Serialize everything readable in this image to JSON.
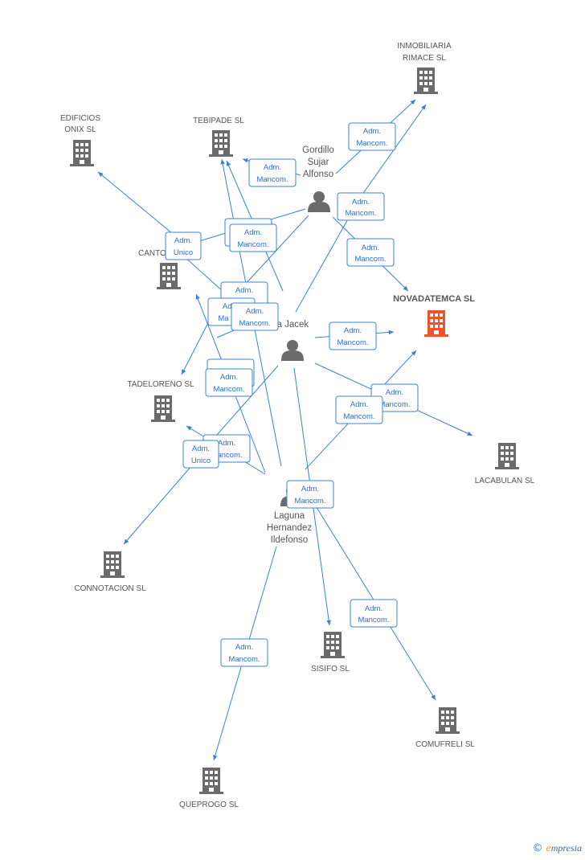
{
  "colors": {
    "edge": "#3b80d8",
    "company_icon": "#6b6b6b",
    "highlight_company": "#f0522e",
    "person_icon": "#6b6b6b"
  },
  "companies": [
    {
      "id": "inmobiliaria",
      "label_lines": [
        "INMOBILIARIA",
        "RIMACE SL"
      ],
      "icon": "building-icon"
    },
    {
      "id": "edificios",
      "label_lines": [
        "EDIFICIOS",
        "ONIX SL"
      ],
      "icon": "building-icon"
    },
    {
      "id": "tebipade",
      "label_lines": [
        "TEBIPADE SL"
      ],
      "icon": "building-icon"
    },
    {
      "id": "canto",
      "label_lines": [
        "CANTO"
      ],
      "icon": "building-icon"
    },
    {
      "id": "novadatemca",
      "label_lines": [
        "NOVADATEMCA SL"
      ],
      "icon": "building-icon",
      "highlight": true
    },
    {
      "id": "tadeloreno",
      "label_lines": [
        "TADELORENO SL"
      ],
      "icon": "building-icon"
    },
    {
      "id": "lacabulan",
      "label_lines": [
        "LACABULAN SL"
      ],
      "icon": "building-icon"
    },
    {
      "id": "connotacion",
      "label_lines": [
        "CONNOTACION SL"
      ],
      "icon": "building-icon"
    },
    {
      "id": "sisifo",
      "label_lines": [
        "SISIFO SL"
      ],
      "icon": "building-icon"
    },
    {
      "id": "comufreli",
      "label_lines": [
        "COMUFRELI SL"
      ],
      "icon": "building-icon"
    },
    {
      "id": "queprogo",
      "label_lines": [
        "QUEPROGO SL"
      ],
      "icon": "building-icon"
    }
  ],
  "persons": [
    {
      "id": "gordillo",
      "label_lines": [
        "Gordillo",
        "Sujar",
        "Alfonso"
      ],
      "icon": "person-icon"
    },
    {
      "id": "jacek",
      "label_lines": [
        "la Jacek"
      ],
      "icon": "person-icon"
    },
    {
      "id": "laguna",
      "label_lines": [
        "Laguna",
        "Hernandez",
        "Ildefonso"
      ],
      "icon": "person-icon"
    }
  ],
  "roles": {
    "adm_mancom": [
      "Adm.",
      "Mancom."
    ],
    "adm_unico": [
      "Adm.",
      "Unico"
    ],
    "adm_ma": [
      "Adm.",
      "Ma"
    ]
  },
  "brand": {
    "copyright": "©",
    "name_first": "e",
    "name_rest": "mpresia"
  }
}
